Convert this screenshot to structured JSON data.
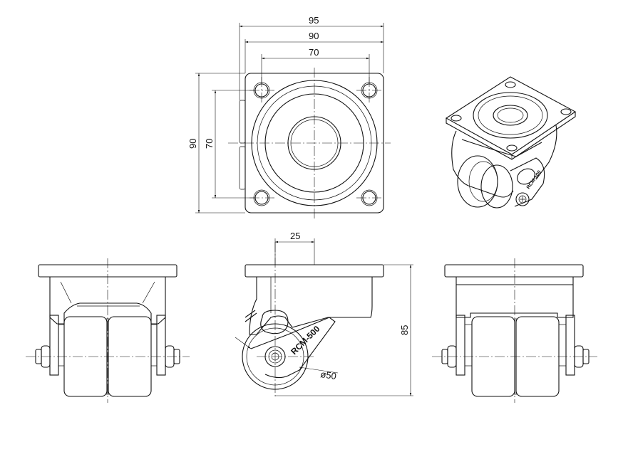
{
  "dimensions": {
    "top_width_overall": "95",
    "top_width_plate": "90",
    "top_hole_spacing_x": "70",
    "top_height_plate": "90",
    "top_hole_spacing_y": "70",
    "side_offset": "25",
    "side_height": "85",
    "wheel_diameter": "ø50"
  },
  "labels": {
    "model_side": "RCM-500",
    "model_iso": "RCM-500"
  }
}
